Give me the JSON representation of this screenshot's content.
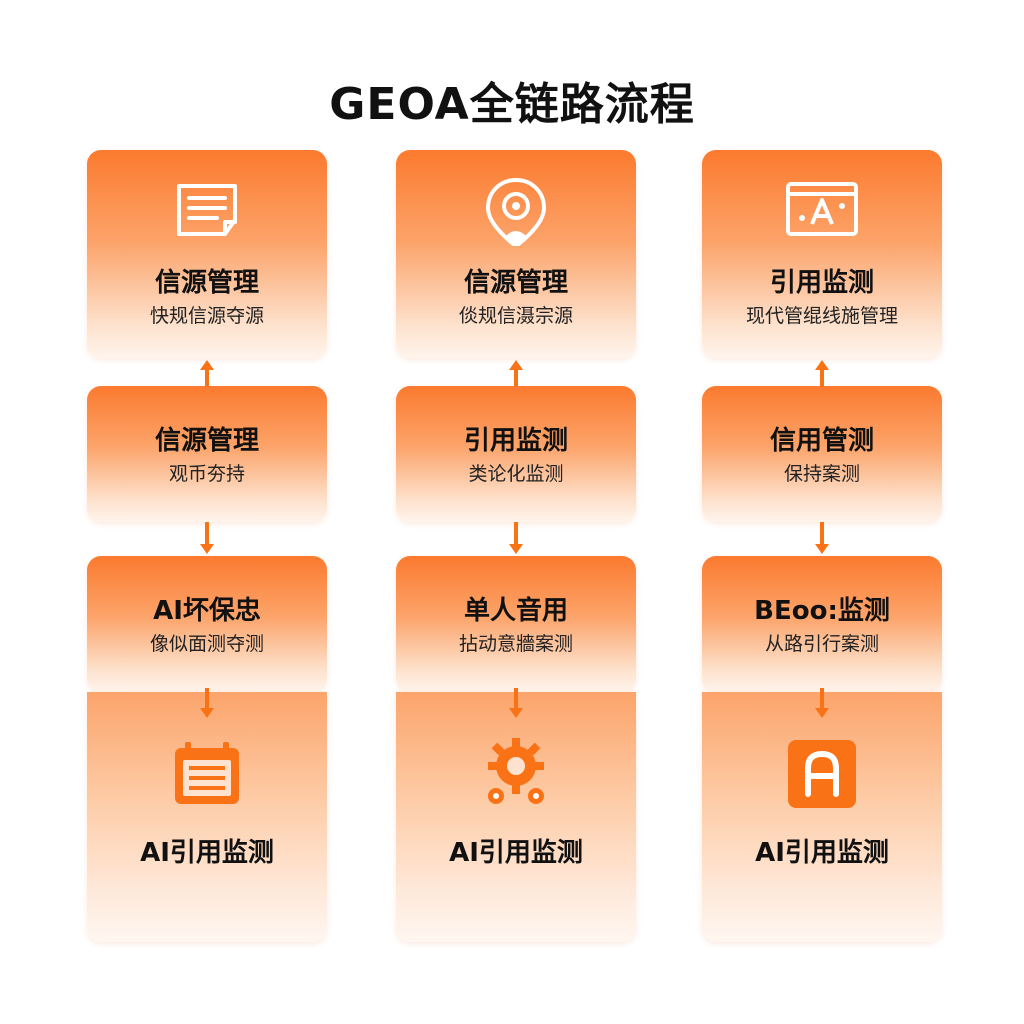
{
  "title": "GEOA全链路流程",
  "columns": [
    {
      "top": {
        "icon": "document-icon",
        "title": "信源管理",
        "subtitle": "快规信源夺源"
      },
      "mid1": {
        "title": "信源管理",
        "subtitle": "观币夯持"
      },
      "mid2": {
        "title": "AI坏保忠",
        "subtitle": "像似面测夺测"
      },
      "bottom": {
        "icon": "calendar-list-icon",
        "title": "AI引用监测"
      }
    },
    {
      "top": {
        "icon": "location-pin-icon",
        "title": "信源管理",
        "subtitle": "倓规信滠宗源"
      },
      "mid1": {
        "title": "引用监测",
        "subtitle": "类论化监测"
      },
      "mid2": {
        "title": "单人音用",
        "subtitle": "拈动意牆案测"
      },
      "bottom": {
        "icon": "gear-icon",
        "title": "AI引用监测"
      }
    },
    {
      "top": {
        "icon": "ai-monitor-icon",
        "title": "引用监测",
        "subtitle": "现代管绲线施管理"
      },
      "mid1": {
        "title": "信用管测",
        "subtitle": "保持案测"
      },
      "mid2": {
        "title": "BEoo:监测",
        "subtitle": "从路引行案测"
      },
      "bottom": {
        "icon": "ai-letter-icon",
        "title": "AI引用监测"
      }
    }
  ],
  "colors": {
    "accent": "#f97316",
    "text": "#111111",
    "background": "#ffffff"
  }
}
